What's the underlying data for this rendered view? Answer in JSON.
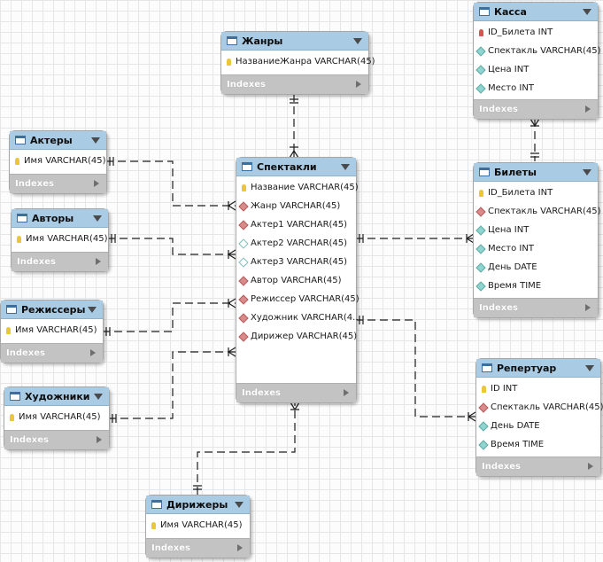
{
  "tables": [
    {
      "id": "zhanry",
      "name": "Жанры",
      "columns": [
        {
          "icon": "key",
          "text": "НазваниеЖанра VARCHAR(45)"
        }
      ],
      "footer": "Indexes"
    },
    {
      "id": "kassa",
      "name": "Касса",
      "columns": [
        {
          "icon": "pk-red",
          "text": "ID_Билета INT"
        },
        {
          "icon": "attr",
          "text": "Спектакль VARCHAR(45)"
        },
        {
          "icon": "attr",
          "text": "Цена INT"
        },
        {
          "icon": "attr",
          "text": "Место INT"
        }
      ],
      "footer": "Indexes"
    },
    {
      "id": "aktery",
      "name": "Актеры",
      "columns": [
        {
          "icon": "key",
          "text": "Имя VARCHAR(45)"
        }
      ],
      "footer": "Indexes"
    },
    {
      "id": "spektakli",
      "name": "Спектакли",
      "columns": [
        {
          "icon": "key",
          "text": "Название VARCHAR(45)"
        },
        {
          "icon": "fk",
          "text": "Жанр VARCHAR(45)"
        },
        {
          "icon": "fk",
          "text": "Актер1 VARCHAR(45)"
        },
        {
          "icon": "hollow",
          "text": "Актер2 VARCHAR(45)"
        },
        {
          "icon": "hollow",
          "text": "Актер3 VARCHAR(45)"
        },
        {
          "icon": "fk",
          "text": "Автор VARCHAR(45)"
        },
        {
          "icon": "fk",
          "text": "Режиссер VARCHAR(45)"
        },
        {
          "icon": "fk",
          "text": "Художник VARCHAR(4..."
        },
        {
          "icon": "fk",
          "text": "Дирижер VARCHAR(45)"
        }
      ],
      "footer": "Indexes"
    },
    {
      "id": "avtory",
      "name": "Авторы",
      "columns": [
        {
          "icon": "key",
          "text": "Имя VARCHAR(45)"
        }
      ],
      "footer": "Indexes"
    },
    {
      "id": "bilety",
      "name": "Билеты",
      "columns": [
        {
          "icon": "key",
          "text": "ID_Билета INT"
        },
        {
          "icon": "fk",
          "text": "Спектакль VARCHAR(45)"
        },
        {
          "icon": "attr",
          "text": "Цена INT"
        },
        {
          "icon": "attr",
          "text": "Место INT"
        },
        {
          "icon": "attr",
          "text": "День DATE"
        },
        {
          "icon": "attr",
          "text": "Время TIME"
        }
      ],
      "footer": "Indexes"
    },
    {
      "id": "rezhissery",
      "name": "Режиссеры",
      "columns": [
        {
          "icon": "key",
          "text": "Имя VARCHAR(45)"
        }
      ],
      "footer": "Indexes"
    },
    {
      "id": "repertuar",
      "name": "Репертуар",
      "columns": [
        {
          "icon": "key",
          "text": "ID INT"
        },
        {
          "icon": "fk",
          "text": "Спектакль VARCHAR(45)"
        },
        {
          "icon": "attr",
          "text": "День DATE"
        },
        {
          "icon": "attr",
          "text": "Время TIME"
        }
      ],
      "footer": "Indexes"
    },
    {
      "id": "khudozhniki",
      "name": "Художники",
      "columns": [
        {
          "icon": "key",
          "text": "Имя VARCHAR(45)"
        }
      ],
      "footer": "Indexes"
    },
    {
      "id": "dirizhery",
      "name": "Дирижеры",
      "columns": [
        {
          "icon": "key",
          "text": "Имя VARCHAR(45)"
        }
      ],
      "footer": "Indexes"
    }
  ]
}
